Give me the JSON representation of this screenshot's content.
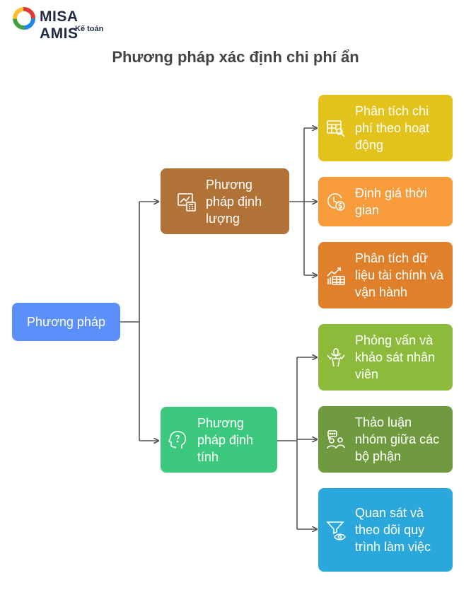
{
  "brand": {
    "name": "MISA AMIS",
    "sub": "Kế toán"
  },
  "title": "Phương pháp xác định chi phí ẩn",
  "root": {
    "label": "Phương pháp",
    "color": "#5b8ff9"
  },
  "quantitative": {
    "label": "Phương pháp định lượng",
    "color": "#b07237",
    "icon": "chart-calculator-icon",
    "children": [
      {
        "label": "Phân tích chi phí theo hoạt động",
        "color": "#e3c21b",
        "icon": "table-search-icon"
      },
      {
        "label": "Định giá thời gian",
        "color": "#f79b3b",
        "icon": "clock-dollar-icon"
      },
      {
        "label": "Phân tích dữ liệu tài chính và vận hành",
        "color": "#e0802a",
        "icon": "trend-chart-icon"
      }
    ]
  },
  "qualitative": {
    "label": "Phương pháp định tính",
    "color": "#3cc97e",
    "icon": "head-question-icon",
    "children": [
      {
        "label": "Phỏng vấn và khảo sát nhân viên",
        "color": "#8cbb3c",
        "icon": "microphone-person-icon"
      },
      {
        "label": "Thảo luận nhóm giữa các bộ phận",
        "color": "#6f9a3f",
        "icon": "group-chat-icon"
      },
      {
        "label": "Quan sát và theo dõi quy trình làm việc",
        "color": "#2aa7dc",
        "icon": "funnel-eye-icon"
      }
    ]
  }
}
